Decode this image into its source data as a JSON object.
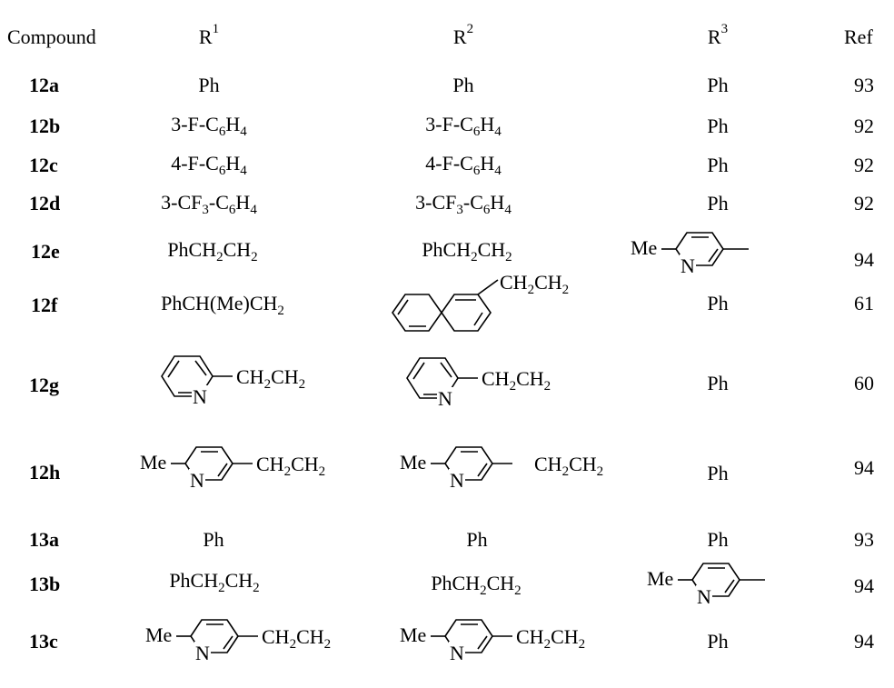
{
  "header": {
    "compound": "Compound",
    "r1": "R",
    "r1_sup": "1",
    "r2": "R",
    "r2_sup": "2",
    "r3": "R",
    "r3_sup": "3",
    "ref": "Ref"
  },
  "labels": {
    "me": "Me",
    "n": "N",
    "ch2ch2_a": "CH",
    "ch2ch2_s1": "2",
    "ch2ch2_b": "CH",
    "ch2ch2_s2": "2",
    "ch2ch2_nosub": "CH2CH2"
  },
  "rows": [
    {
      "compound": "12a",
      "r1": "Ph",
      "r2": "Ph",
      "r3": "Ph",
      "ref": "93"
    },
    {
      "compound": "12b",
      "r1": "3-F-C6H4",
      "r2": "3-F-C6H4",
      "r3": "Ph",
      "ref": "92"
    },
    {
      "compound": "12c",
      "r1": "4-F-C6H4",
      "r2": "4-F-C6H4",
      "r3": "Ph",
      "ref": "92"
    },
    {
      "compound": "12d",
      "r1": "3-CF3-C6H4",
      "r2": "3-CF3-C6H4",
      "r3": "Ph",
      "ref": "92"
    },
    {
      "compound": "12e",
      "r1": "PhCH2CH2",
      "r2": "PhCH2CH2",
      "r3": "",
      "ref": "94"
    },
    {
      "compound": "12f",
      "r1": "PhCH(Me)CH2",
      "r2": "",
      "r3": "Ph",
      "ref": "61"
    },
    {
      "compound": "12g",
      "r1": "",
      "r2": "",
      "r3": "Ph",
      "ref": "60"
    },
    {
      "compound": "12h",
      "r1": "",
      "r2": "",
      "r3": "Ph",
      "ref": "94"
    },
    {
      "compound": "13a",
      "r1": "Ph",
      "r2": "Ph",
      "r3": "Ph",
      "ref": "93"
    },
    {
      "compound": "13b",
      "r1": "PhCH2CH2",
      "r2": "PhCH2CH2",
      "r3": "",
      "ref": "94"
    },
    {
      "compound": "13c",
      "r1": "",
      "r2": "",
      "r3": "Ph",
      "ref": "94"
    }
  ],
  "formula_parts": {
    "fc6h4_3_pre": "3-F-C",
    "fc6h4_4_pre": "4-F-C",
    "cf3_pre": "3-CF",
    "cf3_mid": "-C",
    "six": "6",
    "h": "H",
    "four": "4",
    "three": "3",
    "phch": "PhCH",
    "two": "2",
    "ch": "CH",
    "phchme": "PhCH(Me)CH"
  }
}
